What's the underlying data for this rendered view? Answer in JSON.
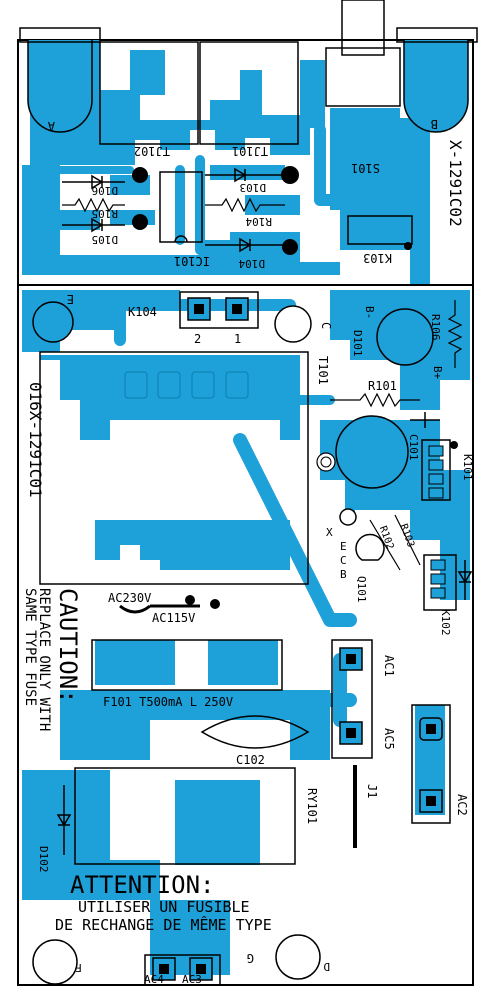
{
  "colors": {
    "copper": "#1ea0d8",
    "silkscreen": "#000000",
    "background": "#ffffff"
  },
  "board": {
    "id_top": "X-1291C02",
    "id_main": "016X-1291C01"
  },
  "upper_labels": {
    "TJ102": "TJ102",
    "TJ101": "TJ101",
    "S101": "S101",
    "D106": "D106",
    "R105": "R105",
    "D103": "D103",
    "R104": "R104",
    "D105": "D105",
    "IC101": "IC101",
    "D104": "D104",
    "K103": "K103",
    "A": "A",
    "B": "B"
  },
  "lower_labels": {
    "K104": "K104",
    "pin2": "2",
    "pin1": "1",
    "E": "E",
    "C": "C",
    "D101": "D101",
    "B_minus": "B-",
    "R106": "R106",
    "B_plus": "B+",
    "T101": "T101",
    "R101": "R101",
    "C101": "C101",
    "K101": "K101",
    "X": "X",
    "Ec": "E",
    "Cc": "C",
    "Bc": "B",
    "R103": "R103",
    "R102": "R102",
    "Q101": "Q101",
    "K102": "K102",
    "AC230V": "AC230V",
    "AC115V": "AC115V",
    "AC1": "AC1",
    "AC5": "AC5",
    "AC2": "AC2",
    "F101": "F101 T500mA L 250V",
    "C102": "C102",
    "RY101": "RY101",
    "J1": "J1",
    "D102": "D102",
    "F": "F",
    "G": "G",
    "D": "D",
    "AC4": "AC4",
    "AC3": "AC3"
  },
  "caution": {
    "title": "CAUTION:",
    "line1": "REPLACE ONLY WITH",
    "line2": "SAME TYPE FUSE"
  },
  "attention": {
    "title": "ATTENTION:",
    "line1": "UTILISER UN FUSIBLE",
    "line2": "DE RECHANGE DE MÊME TYPE"
  }
}
